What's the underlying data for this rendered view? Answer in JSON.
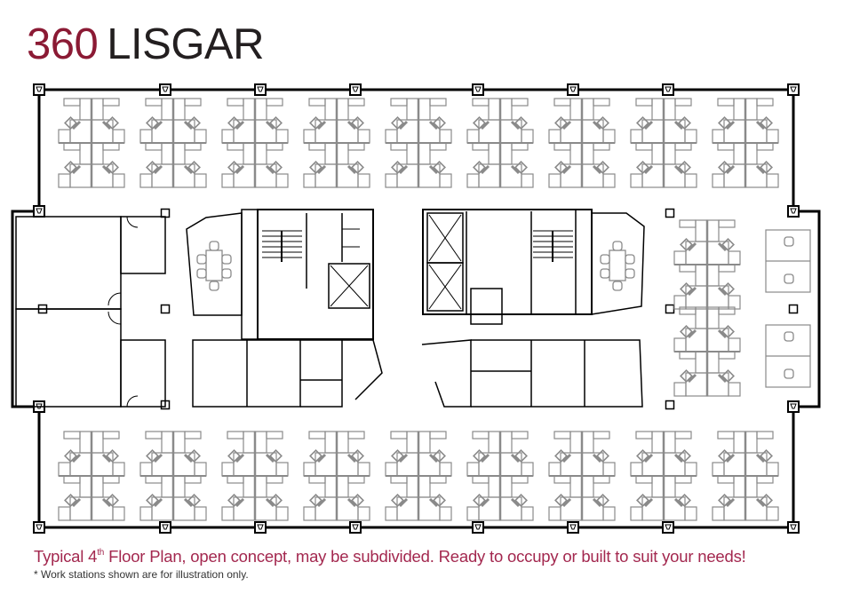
{
  "header": {
    "title_number": "360",
    "title_name": "LISGAR",
    "accent_color": "#8b1a34",
    "title_color": "#231f20"
  },
  "floor_plan": {
    "label": "Typical 4th Floor Plan",
    "top_row_pods": 9,
    "bottom_row_pods": 9,
    "right_side_pod_clusters": 1,
    "right_edge_pod_groups": 2,
    "meeting_rooms": 2,
    "elevators": 3,
    "stairwells": 2,
    "perimeter_offices": 4,
    "interior_offices": 8,
    "line_color": "#000000",
    "furniture_color": "#8a8a8a"
  },
  "caption": {
    "prefix": "Typical 4",
    "superscript": "th",
    "suffix": " Floor Plan, open concept, may be subdivided. Ready to occupy or built to suit your needs!",
    "color": "#a3284f"
  },
  "note": {
    "text": "* Work stations shown are for illustration only."
  }
}
